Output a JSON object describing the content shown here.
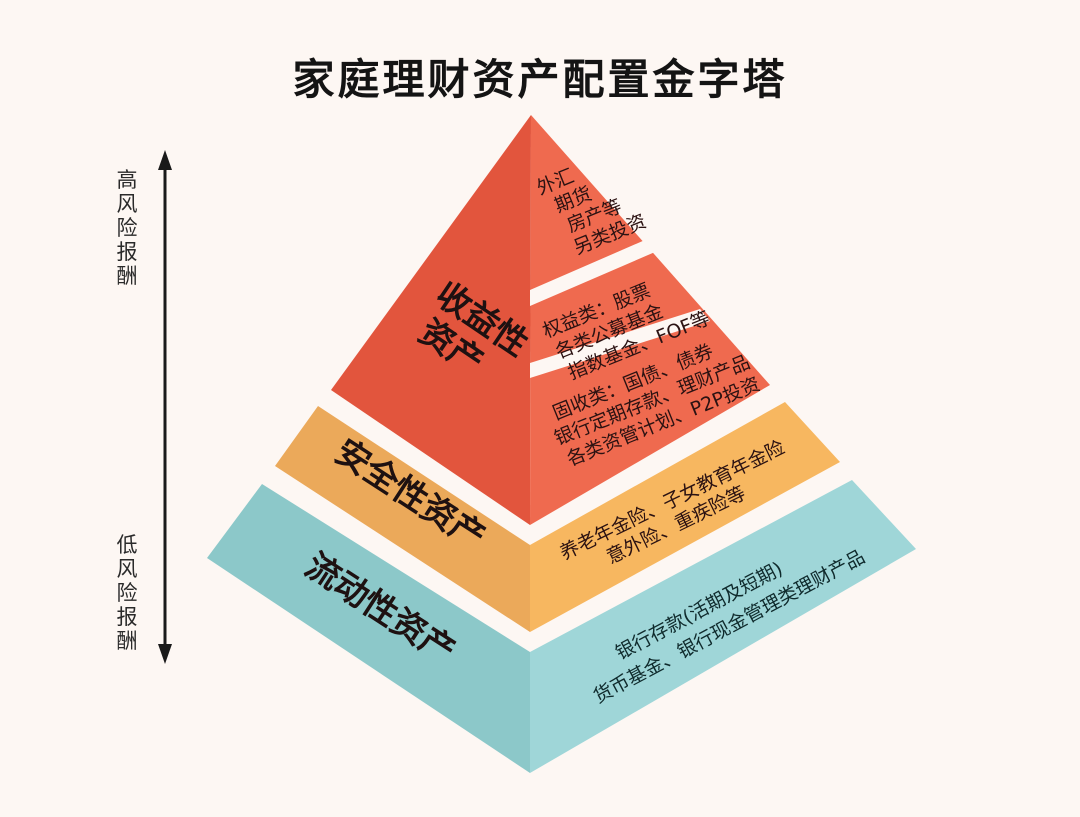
{
  "title": "家庭理财资产配置金字塔",
  "axis": {
    "high_label": [
      "高",
      "风",
      "险",
      "报",
      "酬"
    ],
    "low_label": [
      "低",
      "风",
      "险",
      "报",
      "酬"
    ],
    "arrow": "double-vertical-arrow"
  },
  "colors": {
    "background": "#fdf7f3",
    "red_left": "#e2553d",
    "red_right": "#ef6a4f",
    "orange_left": "#eba95a",
    "orange_right": "#f7b760",
    "teal_left": "#8cc8c9",
    "teal_right": "#9fd6d8",
    "separator": "#fdf7f3"
  },
  "tiers": [
    {
      "name": "收益性资产",
      "label_lines": [
        "收益性",
        "资产"
      ],
      "sections": [
        {
          "lines": [
            "外汇",
            "期货",
            "房产等",
            "另类投资"
          ]
        },
        {
          "lines": [
            "权益类：股票",
            "各类公募基金",
            "指数基金、FOF等"
          ]
        },
        {
          "lines": [
            "固收类：国债、债券",
            "银行定期存款、理财产品",
            "各类资管计划、P2P投资"
          ]
        }
      ]
    },
    {
      "name": "安全性资产",
      "label_lines": [
        "安全性资产"
      ],
      "sections": [
        {
          "lines": [
            "养老年金险、子女教育年金险",
            "意外险、重疾险等"
          ]
        }
      ]
    },
    {
      "name": "流动性资产",
      "label_lines": [
        "流动性资产"
      ],
      "sections": [
        {
          "lines": [
            "银行存款(活期及短期)",
            "货币基金、银行现金管理类理财产品"
          ]
        }
      ]
    }
  ]
}
